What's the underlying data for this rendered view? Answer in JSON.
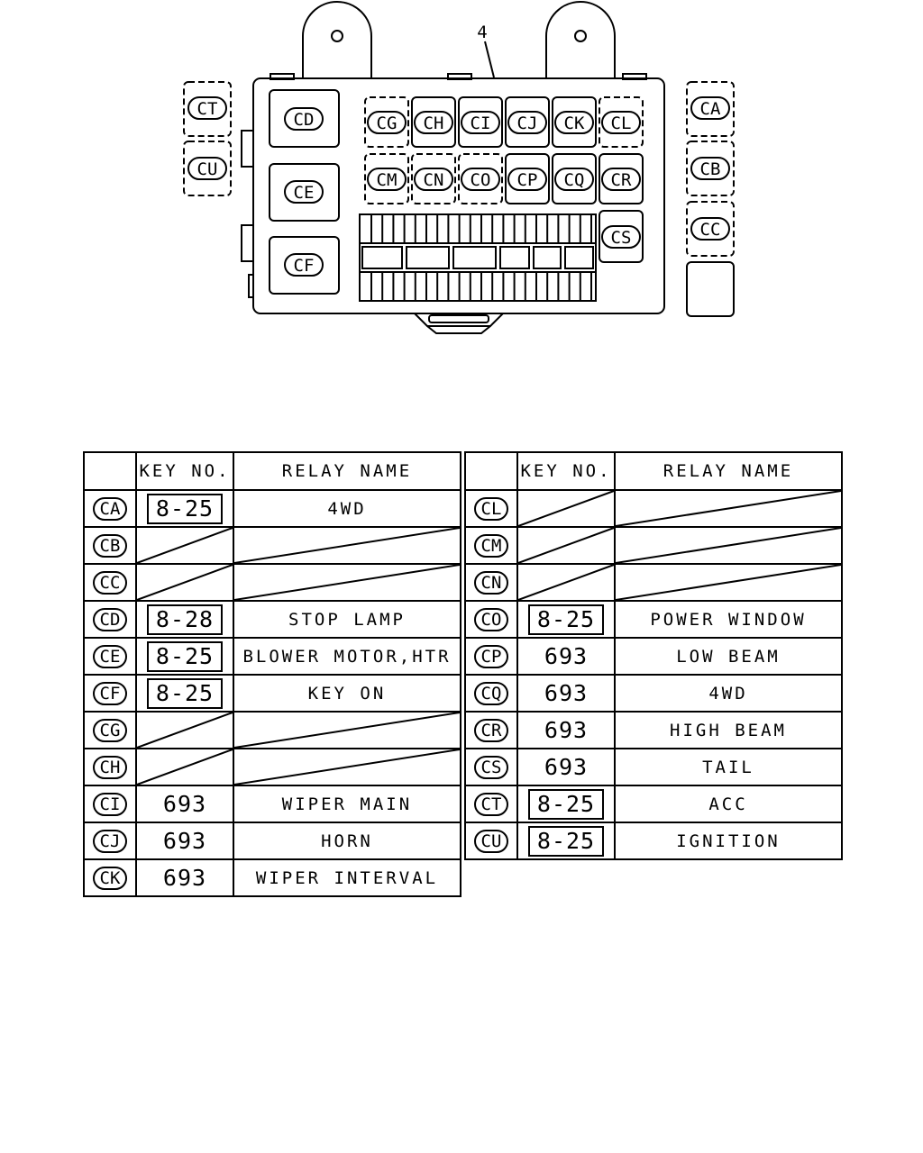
{
  "callout": "4",
  "left_labels": [
    "CT",
    "CU"
  ],
  "right_labels": [
    "CA",
    "CB",
    "CC"
  ],
  "box_left_labels": [
    "CD",
    "CE",
    "CF"
  ],
  "box_row1": [
    "CG",
    "CH",
    "CI",
    "CJ",
    "CK",
    "CL"
  ],
  "box_row2": [
    "CM",
    "CN",
    "CO",
    "CP",
    "CQ",
    "CR"
  ],
  "box_extra": "CS",
  "headers": {
    "key": "KEY NO.",
    "relay": "RELAY NAME"
  },
  "left_table": [
    {
      "code": "CA",
      "key": "8-25",
      "boxed": true,
      "name": "4WD"
    },
    {
      "code": "CB",
      "key": "",
      "boxed": false,
      "name": ""
    },
    {
      "code": "CC",
      "key": "",
      "boxed": false,
      "name": ""
    },
    {
      "code": "CD",
      "key": "8-28",
      "boxed": true,
      "name": "STOP LAMP"
    },
    {
      "code": "CE",
      "key": "8-25",
      "boxed": true,
      "name": "BLOWER MOTOR,HTR"
    },
    {
      "code": "CF",
      "key": "8-25",
      "boxed": true,
      "name": "KEY ON"
    },
    {
      "code": "CG",
      "key": "",
      "boxed": false,
      "name": ""
    },
    {
      "code": "CH",
      "key": "",
      "boxed": false,
      "name": ""
    },
    {
      "code": "CI",
      "key": "693",
      "boxed": false,
      "name": "WIPER MAIN"
    },
    {
      "code": "CJ",
      "key": "693",
      "boxed": false,
      "name": "HORN"
    },
    {
      "code": "CK",
      "key": "693",
      "boxed": false,
      "name": "WIPER INTERVAL"
    }
  ],
  "right_table": [
    {
      "code": "CL",
      "key": "",
      "boxed": false,
      "name": ""
    },
    {
      "code": "CM",
      "key": "",
      "boxed": false,
      "name": ""
    },
    {
      "code": "CN",
      "key": "",
      "boxed": false,
      "name": ""
    },
    {
      "code": "CO",
      "key": "8-25",
      "boxed": true,
      "name": "POWER WINDOW"
    },
    {
      "code": "CP",
      "key": "693",
      "boxed": false,
      "name": "LOW BEAM"
    },
    {
      "code": "CQ",
      "key": "693",
      "boxed": false,
      "name": "4WD"
    },
    {
      "code": "CR",
      "key": "693",
      "boxed": false,
      "name": "HIGH BEAM"
    },
    {
      "code": "CS",
      "key": "693",
      "boxed": false,
      "name": "TAIL"
    },
    {
      "code": "CT",
      "key": "8-25",
      "boxed": true,
      "name": "ACC"
    },
    {
      "code": "CU",
      "key": "8-25",
      "boxed": true,
      "name": "IGNITION"
    }
  ]
}
